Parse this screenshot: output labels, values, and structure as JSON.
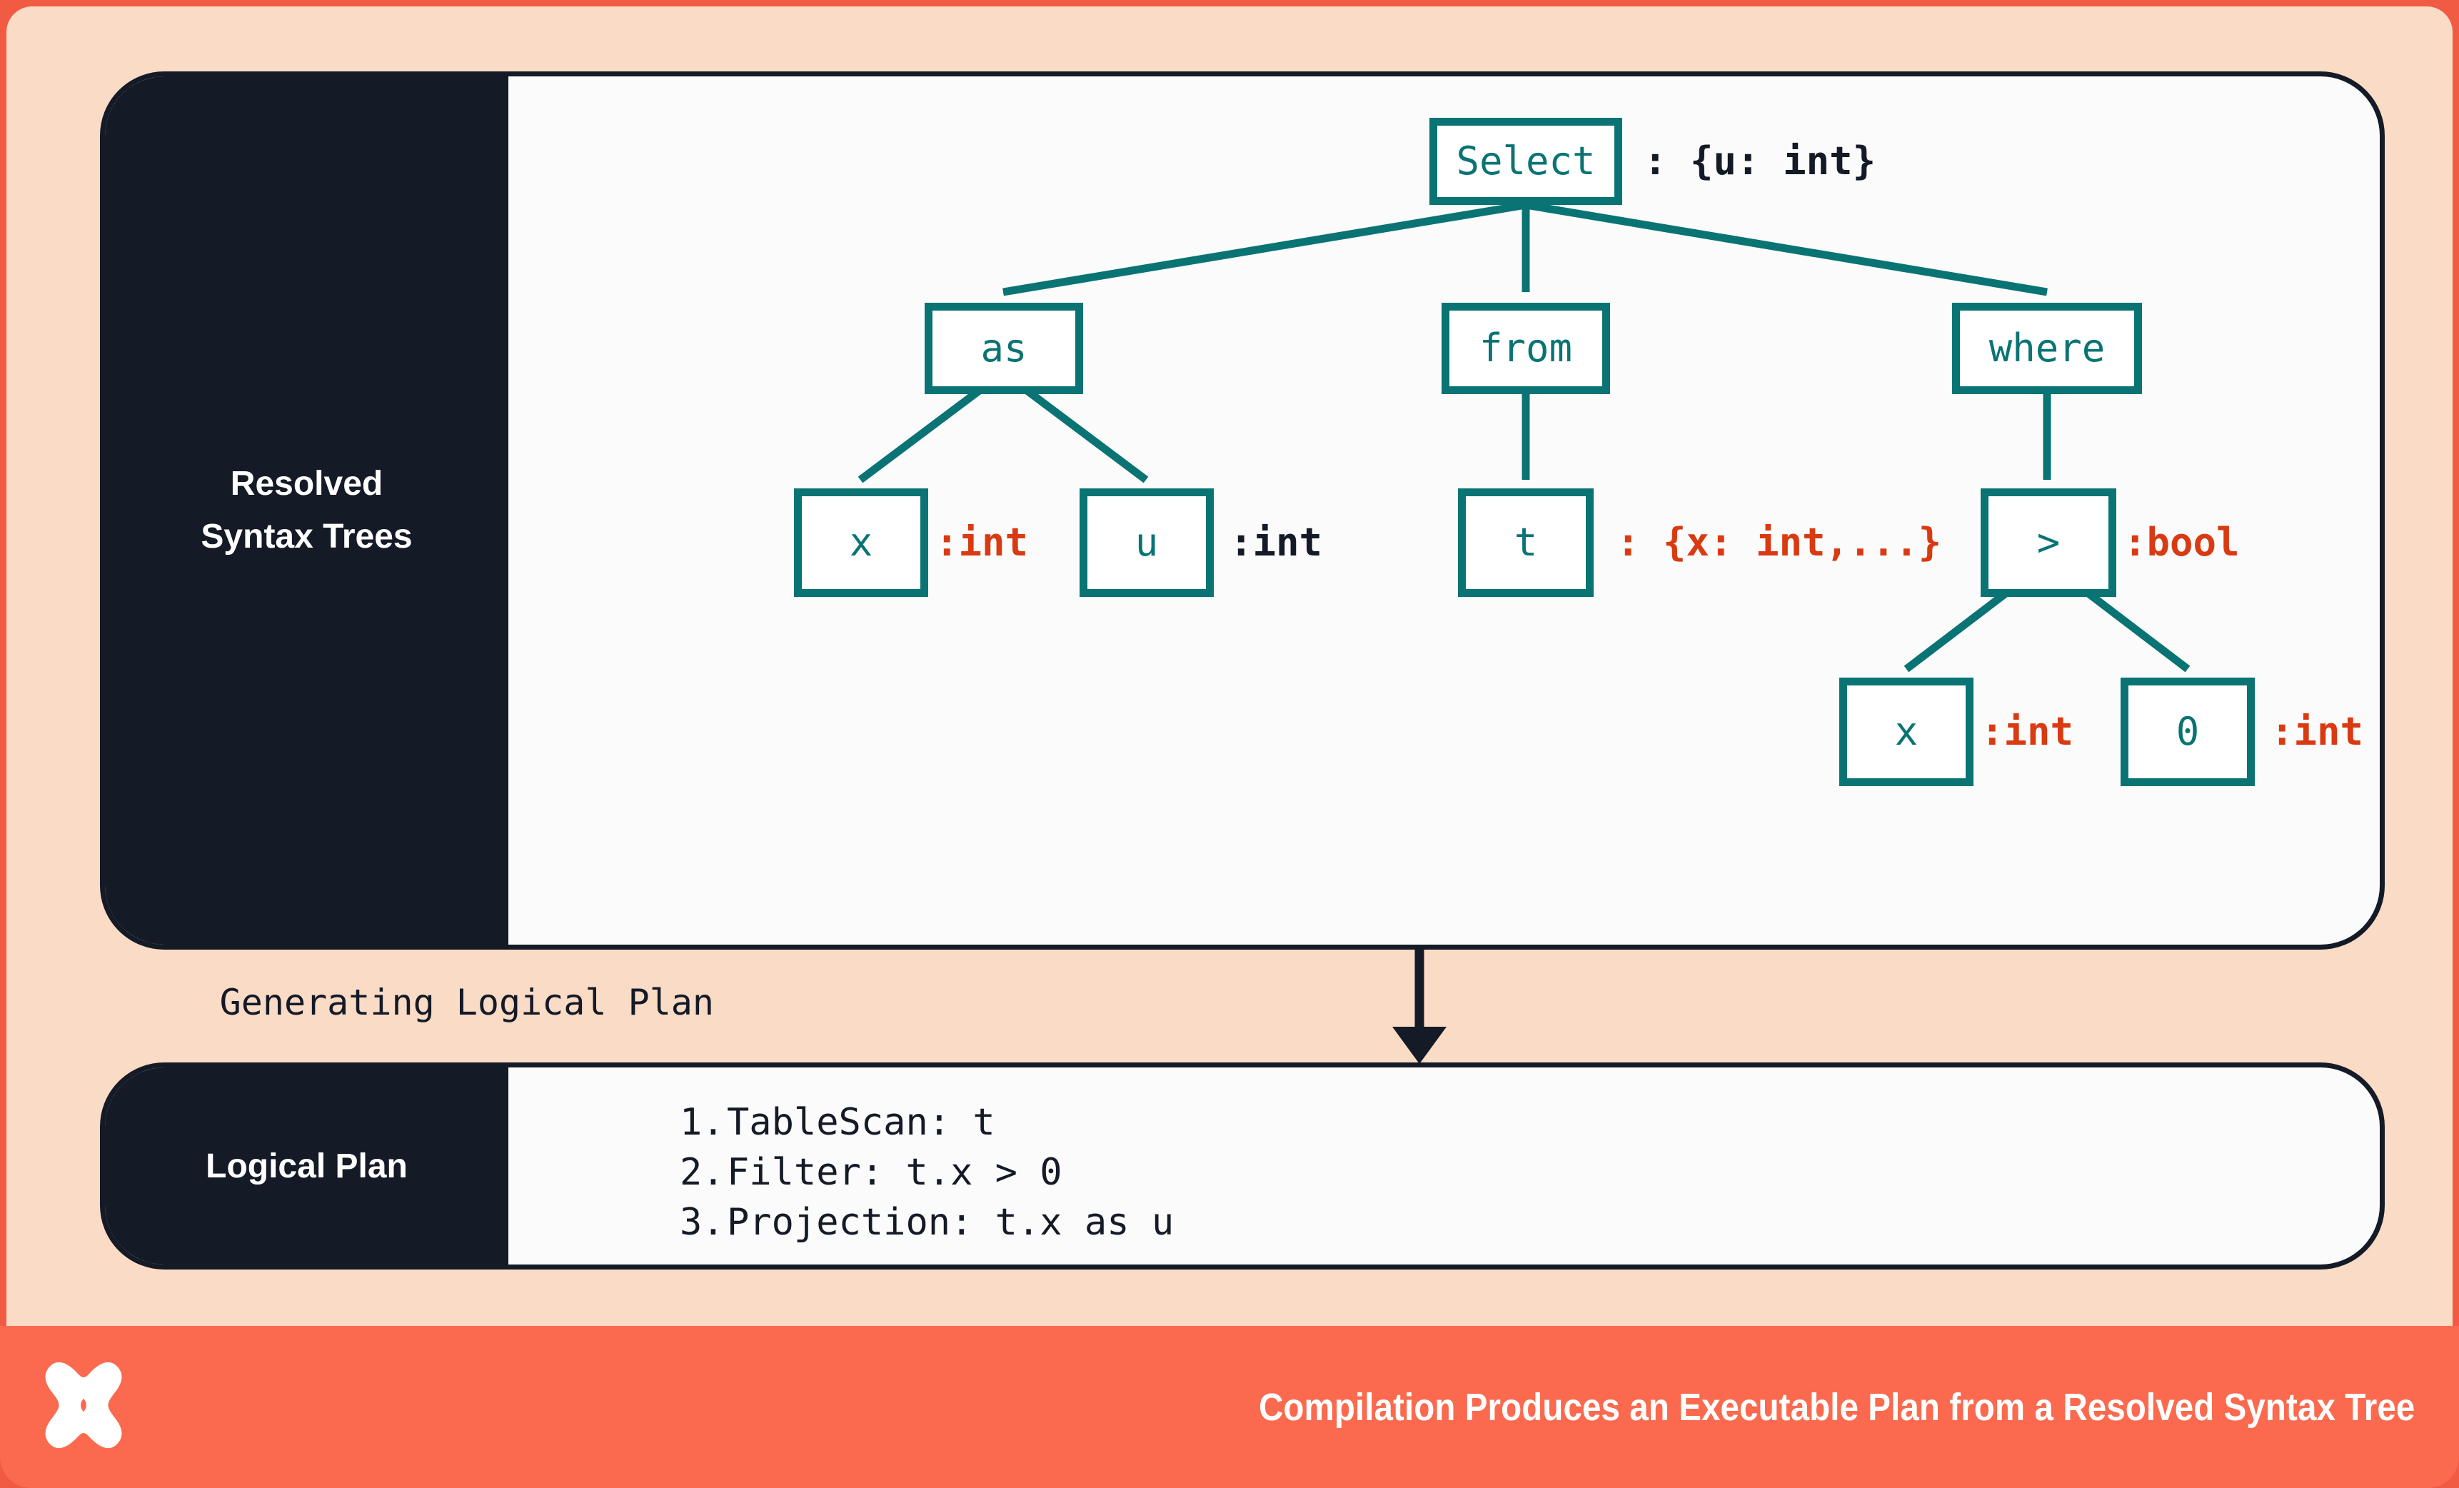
{
  "theme": {
    "frame_orange": "#f15b44",
    "page_peach": "#f9dbc6",
    "footer_orange": "#fb6a4e",
    "panel_dark": "#141a26",
    "panel_light": "#fbfbfc",
    "node_teal": "#0a7373",
    "type_red": "#d93a12",
    "text_white": "#ffffff"
  },
  "panels": {
    "rst": {
      "side_label_line1": "Resolved",
      "side_label_line2": "Syntax Trees"
    },
    "plan": {
      "side_label": "Logical Plan"
    }
  },
  "flow": {
    "label": "Generating Logical Plan",
    "arrow_icon": "down-arrow-icon"
  },
  "tree": {
    "nodes": [
      {
        "id": "select",
        "label": "Select",
        "annotation": ": {u: int}",
        "annotation_color": "dark"
      },
      {
        "id": "as",
        "label": "as",
        "annotation": "",
        "annotation_color": "dark"
      },
      {
        "id": "from",
        "label": "from",
        "annotation": "",
        "annotation_color": "dark"
      },
      {
        "id": "where",
        "label": "where",
        "annotation": "",
        "annotation_color": "dark"
      },
      {
        "id": "as-x",
        "label": "x",
        "annotation": ":int",
        "annotation_color": "red"
      },
      {
        "id": "as-u",
        "label": "u",
        "annotation": ":int",
        "annotation_color": "dark"
      },
      {
        "id": "from-t",
        "label": "t",
        "annotation": ": {x: int,...}",
        "annotation_color": "red"
      },
      {
        "id": "gt",
        "label": ">",
        "annotation": ":bool",
        "annotation_color": "red"
      },
      {
        "id": "gt-x",
        "label": "x",
        "annotation": ":int",
        "annotation_color": "red"
      },
      {
        "id": "gt-0",
        "label": "0",
        "annotation": ":int",
        "annotation_color": "red"
      }
    ],
    "edges": [
      [
        "select",
        "as"
      ],
      [
        "select",
        "from"
      ],
      [
        "select",
        "where"
      ],
      [
        "as",
        "as-x"
      ],
      [
        "as",
        "as-u"
      ],
      [
        "from",
        "from-t"
      ],
      [
        "where",
        "gt"
      ],
      [
        "gt",
        "gt-x"
      ],
      [
        "gt",
        "gt-0"
      ]
    ]
  },
  "logical_plan": {
    "steps": [
      {
        "num": "1.",
        "text": "TableScan: t"
      },
      {
        "num": "2.",
        "text": "Filter: t.x > 0"
      },
      {
        "num": "3.",
        "text": "Projection: t.x as u"
      }
    ]
  },
  "footer": {
    "caption": "Compilation Produces an Executable Plan from a Resolved Syntax Tree",
    "logo": "butterfly-x-logo"
  }
}
